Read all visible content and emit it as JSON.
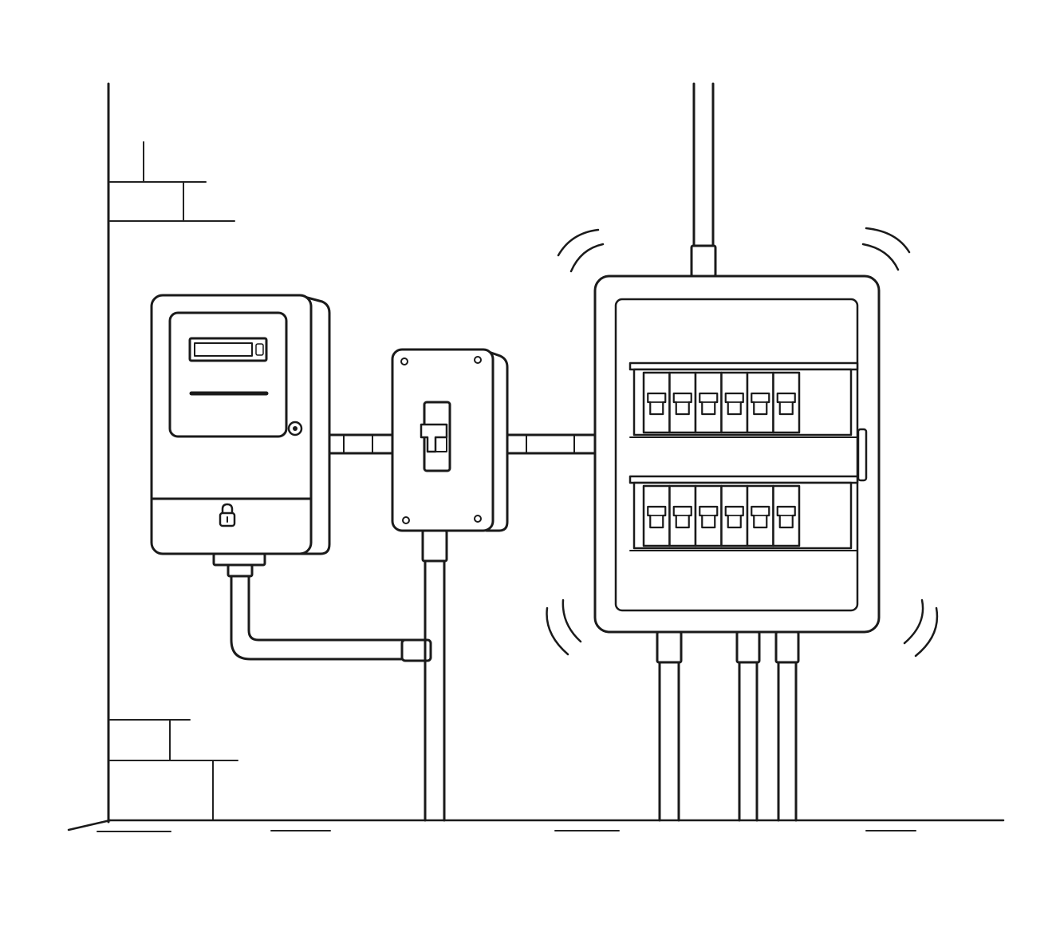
{
  "scene": {
    "stroke_color": "#1a1a1a",
    "background_color": "#ffffff",
    "components": [
      "electricity-meter",
      "disconnect-switch",
      "breaker-panel"
    ],
    "breaker_panel": {
      "rows": 2,
      "breakers_per_row": 6
    },
    "vibration_marks": 4
  }
}
